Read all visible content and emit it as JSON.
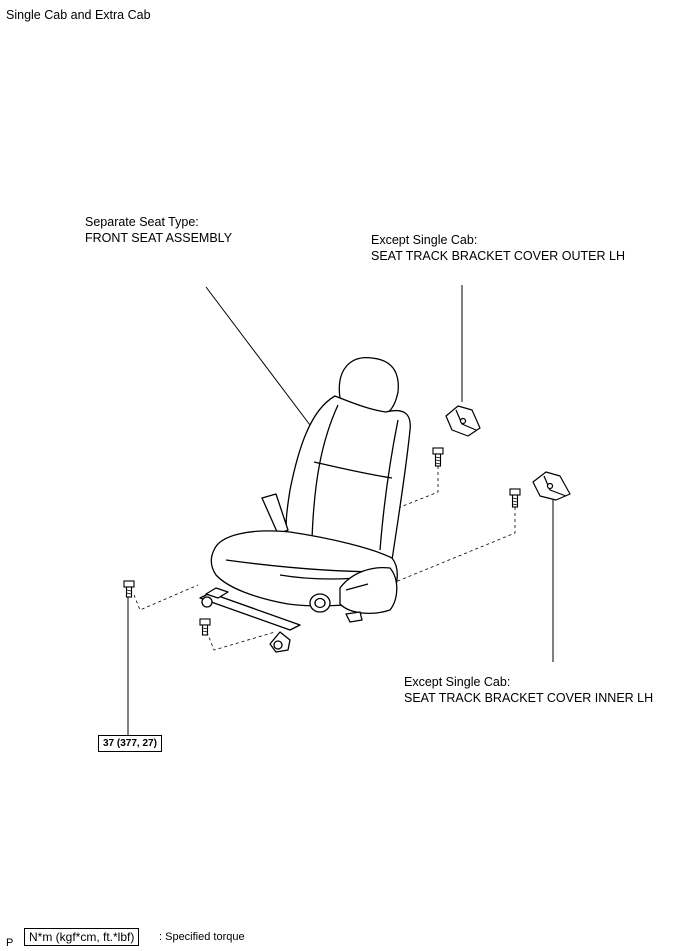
{
  "header": {
    "title": "Single Cab and Extra Cab"
  },
  "labels": {
    "seat": {
      "line1": "Separate Seat Type:",
      "line2": "FRONT SEAT ASSEMBLY"
    },
    "outer_cover": {
      "line1": "Except Single Cab:",
      "line2": "SEAT TRACK BRACKET COVER OUTER LH"
    },
    "inner_cover": {
      "line1": "Except Single Cab:",
      "line2": "SEAT TRACK BRACKET COVER INNER LH"
    }
  },
  "torque": {
    "value": "37 (377, 27)"
  },
  "legend": {
    "marker": "P",
    "unit": "N*m (kgf*cm, ft.*lbf)",
    "description": ": Specified torque"
  }
}
